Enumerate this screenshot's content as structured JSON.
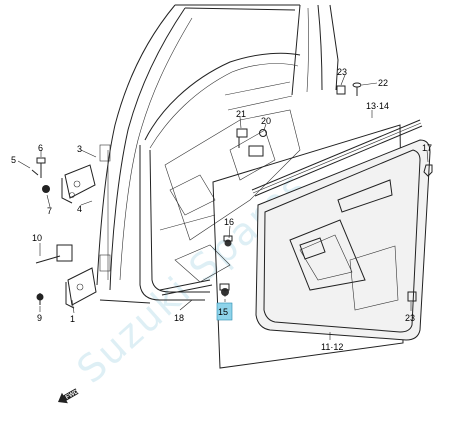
{
  "watermark": "Suzuki Spares",
  "fwd_label": "FWD",
  "highlight_color": "#8ed3ea",
  "parts": [
    {
      "id": "p1",
      "label": "1"
    },
    {
      "id": "p3",
      "label": "3"
    },
    {
      "id": "p4",
      "label": "4"
    },
    {
      "id": "p5",
      "label": "5"
    },
    {
      "id": "p6",
      "label": "6"
    },
    {
      "id": "p7",
      "label": "7"
    },
    {
      "id": "p9",
      "label": "9"
    },
    {
      "id": "p10",
      "label": "10"
    },
    {
      "id": "p11-12",
      "label": "11·12"
    },
    {
      "id": "p13-14",
      "label": "13·14"
    },
    {
      "id": "p15",
      "label": "15",
      "highlighted": true
    },
    {
      "id": "p16",
      "label": "16"
    },
    {
      "id": "p17",
      "label": "17"
    },
    {
      "id": "p18",
      "label": "18"
    },
    {
      "id": "p20",
      "label": "20"
    },
    {
      "id": "p21",
      "label": "21"
    },
    {
      "id": "p22",
      "label": "22"
    },
    {
      "id": "p23a",
      "label": "23"
    },
    {
      "id": "p23b",
      "label": "23"
    }
  ]
}
